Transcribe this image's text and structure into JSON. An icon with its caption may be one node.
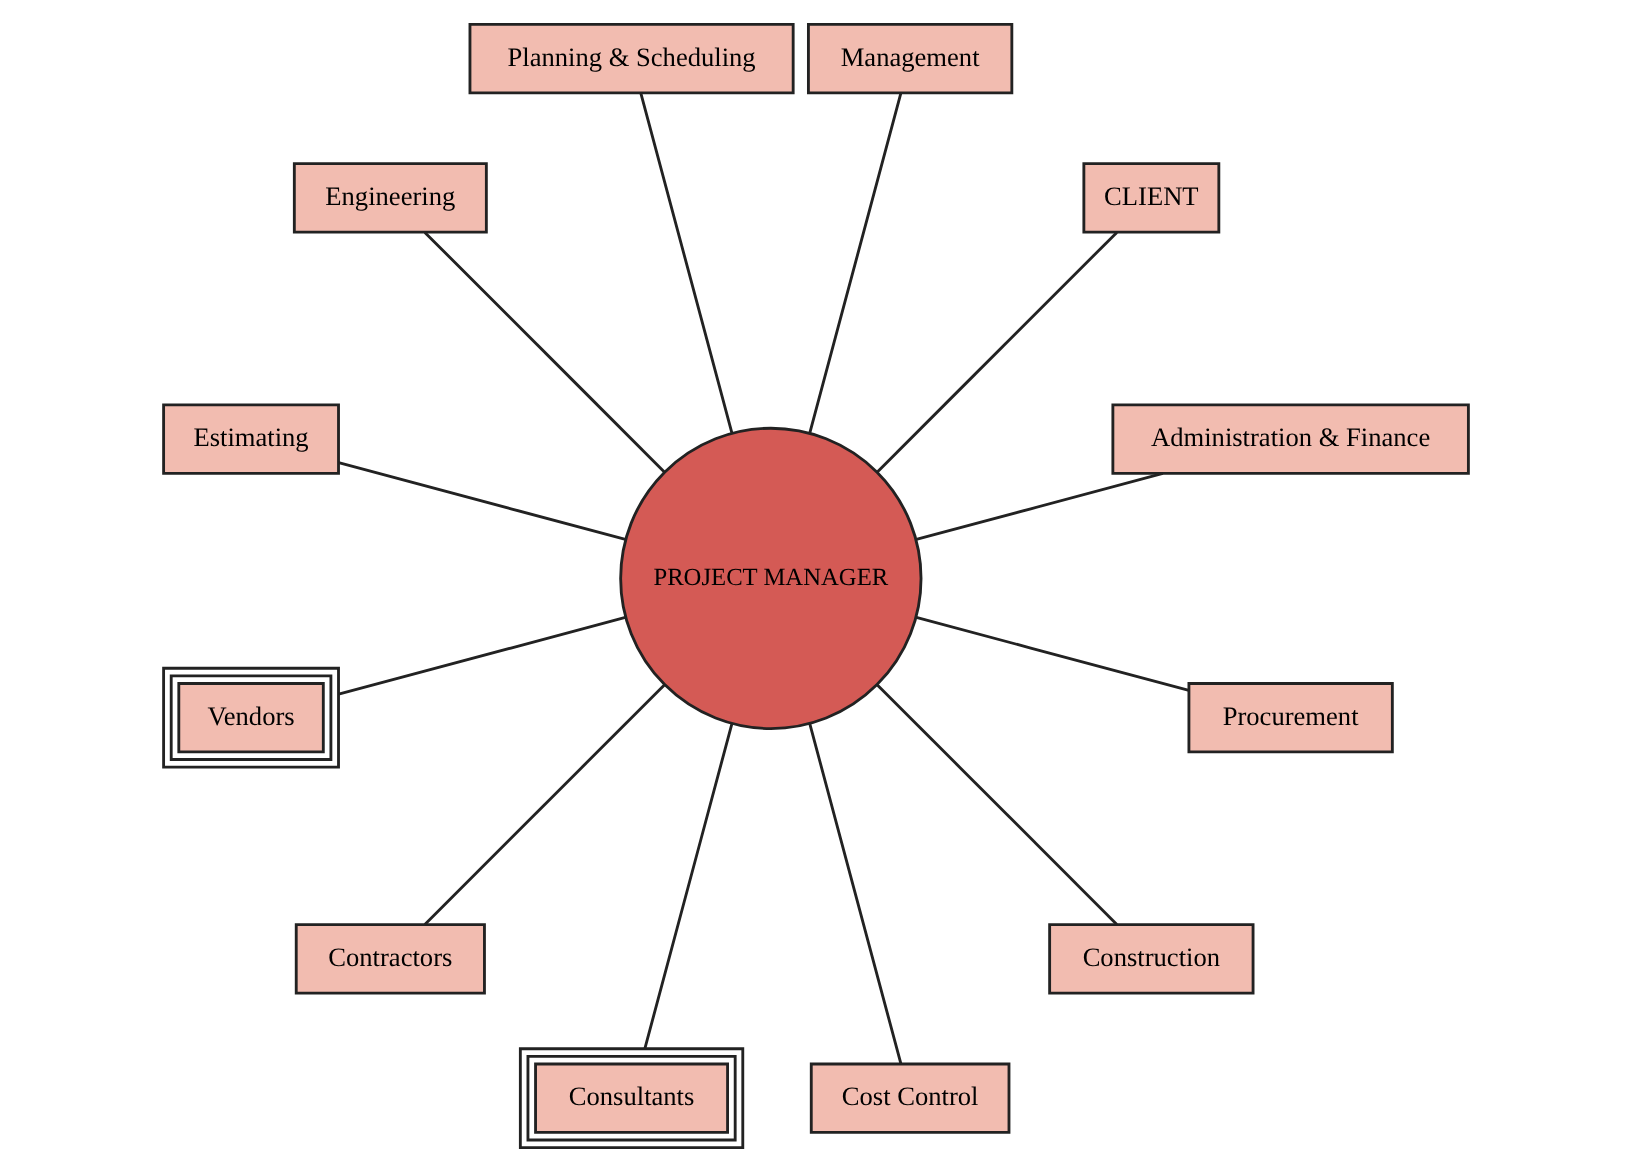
{
  "diagram": {
    "nodes": [
      {
        "text": [
          "PROJECT MANAGER"
        ]
      },
      {
        "text": [
          "Administration & Finance"
        ]
      },
      {
        "text": [
          "CLIENT"
        ]
      },
      {
        "text": [
          "Management"
        ]
      },
      {
        "text": [
          "Planning & Scheduling"
        ]
      },
      {
        "text": [
          "Engineering"
        ]
      },
      {
        "text": [
          "Estimating"
        ]
      },
      {
        "text": [
          "Vendors"
        ]
      },
      {
        "text": [
          "Contractors"
        ]
      },
      {
        "text": [
          "Consultants"
        ]
      },
      {
        "text": [
          "Cost Control"
        ]
      },
      {
        "text": [
          "Construction"
        ]
      },
      {
        "text": [
          "Procurement"
        ]
      }
    ],
    "edges": [
      {
        "from": 0,
        "to": 1,
        "arrow": "none"
      },
      {
        "from": 0,
        "to": 2,
        "arrow": "none"
      },
      {
        "from": 0,
        "to": 3,
        "arrow": "none"
      },
      {
        "from": 0,
        "to": 4,
        "arrow": "none"
      },
      {
        "from": 0,
        "to": 5,
        "arrow": "none"
      },
      {
        "from": 0,
        "to": 6,
        "arrow": "none"
      },
      {
        "from": 0,
        "to": 7,
        "arrow": "none"
      },
      {
        "from": 0,
        "to": 8,
        "arrow": "none"
      },
      {
        "from": 0,
        "to": 9,
        "arrow": "none"
      },
      {
        "from": 0,
        "to": 10,
        "arrow": "none"
      },
      {
        "from": 0,
        "to": 11,
        "arrow": "none"
      },
      {
        "from": 0,
        "to": 12,
        "arrow": "none"
      }
    ]
  }
}
